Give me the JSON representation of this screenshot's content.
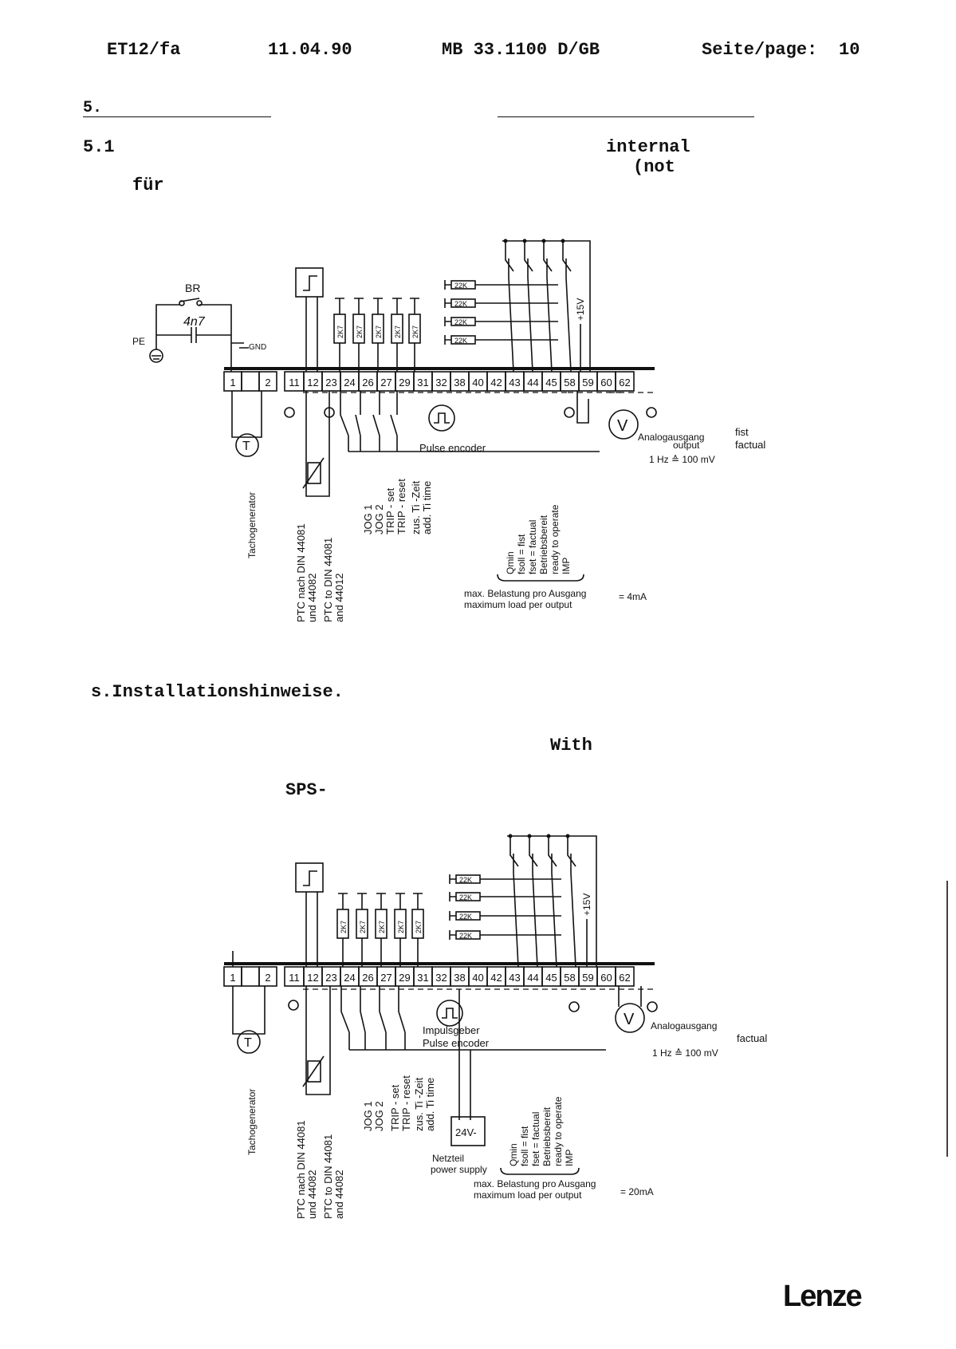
{
  "header": {
    "doc_code": "ET12/fa",
    "date": "11.04.90",
    "doc_number": "MB 33.1100 D/GB",
    "page_label": "Seite/page:",
    "page_number": "10"
  },
  "section": {
    "number": "5.",
    "sub_number": "5.1",
    "fragment_internal": "internal",
    "fragment_not": "(not",
    "fragment_fuer": "für",
    "install_note": "s.Installationshinweise.",
    "fragment_with": "With",
    "fragment_sps": "SPS-"
  },
  "diagram1": {
    "br": "BR",
    "cap": "4n7",
    "pe": "PE",
    "gnd": "GND",
    "terminals": [
      "1",
      "",
      "2",
      "",
      "11",
      "12",
      "23",
      "24",
      "26",
      "27",
      "29",
      "31",
      "32",
      "38",
      "40",
      "42",
      "43",
      "44",
      "45",
      "58",
      "59",
      "60",
      "62"
    ],
    "resistor_2k7": "2K7",
    "resistor_22k": "22K",
    "plus15v": "+15V",
    "pulse_encoder": "Pulse encoder",
    "analog_de": "Analogausgang",
    "analog_en": "output",
    "fist": "fist",
    "factual": "factual",
    "scale": "1 Hz ≙ 100 mV",
    "tacho": "Tachogenerator",
    "ptc_lines": [
      "PTC nach DIN 44081",
      "und 44082",
      "PTC to DIN 44081",
      "and 44012"
    ],
    "inputs": [
      "JOG 1",
      "JOG 2",
      "TRIP - set",
      "TRIP - reset",
      "zus. Ti -Zeit",
      "add. Ti time"
    ],
    "outputs": [
      "Qmin",
      "fsoll = fist",
      "fset = factual",
      "Betriebsbereit",
      "ready to operate",
      "IMP"
    ],
    "load_de": "max. Belastung pro Ausgang",
    "load_en": "maximum load per output",
    "load_value": "= 4mA",
    "voltmeter": "V",
    "tacho_symbol": "T"
  },
  "diagram2": {
    "terminals": [
      "1",
      "",
      "2",
      "",
      "11",
      "12",
      "23",
      "24",
      "26",
      "27",
      "29",
      "31",
      "32",
      "38",
      "40",
      "42",
      "43",
      "44",
      "45",
      "58",
      "59",
      "60",
      "62"
    ],
    "resistor_2k7": "2K7",
    "resistor_22k": "22K",
    "plus15v": "+15V",
    "pulse_de": "Impulsgeber",
    "pulse_en": "Pulse encoder",
    "analog_de": "Analogausgang",
    "factual": "factual",
    "scale": "1 Hz ≙ 100 mV",
    "tacho": "Tachogenerator",
    "ptc_lines": [
      "PTC nach DIN 44081",
      "und 44082",
      "PTC to DIN 44081",
      "and 44082"
    ],
    "inputs": [
      "JOG 1",
      "JOG 2",
      "TRIP - set",
      "TRIP - reset",
      "zus. Ti -Zeit",
      "add. Ti time"
    ],
    "outputs": [
      "Qmin",
      "fsoll = fist",
      "fset = factual",
      "Betriebsbereit",
      "ready to operate",
      "IMP"
    ],
    "psu_label": "24V-",
    "psu_de": "Netzteil",
    "psu_en": "power supply",
    "load_de": "max. Belastung pro Ausgang",
    "load_en": "maximum load per output",
    "load_value": "= 20mA",
    "voltmeter": "V",
    "tacho_symbol": "T"
  },
  "brand": "Lenze"
}
